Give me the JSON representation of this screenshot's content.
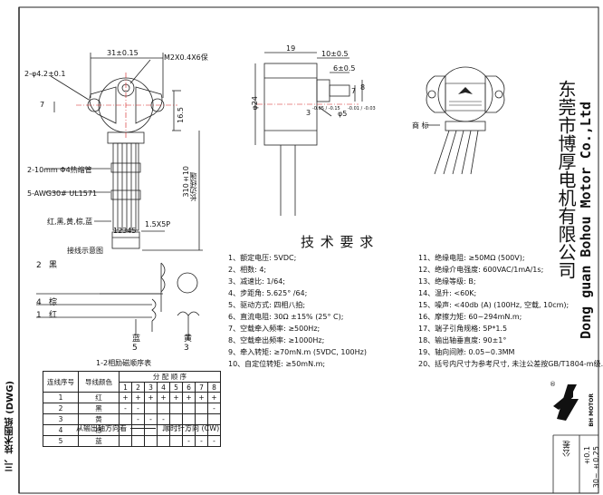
{
  "dims": {
    "width_31": "31±0.15",
    "screw": "M2X0.4X6保",
    "hole": "2-φ4.2±0.1",
    "d7": "7",
    "d16_5": "16.5",
    "d310": "310±10",
    "dim_1_5x5p": "1.5X5P",
    "d19": "19",
    "d10": "10±0.5",
    "d6": "6±0.5",
    "d24": "φ24",
    "d7r": "7",
    "d8r": "8",
    "d3": "3",
    "d3tol": "-0.05 / -0.15",
    "d5": "φ5",
    "d5tol": "-0.01 / -0.03",
    "trademark": "商 标",
    "tube": "2-10mm Φ4热缩管",
    "wire": "5-AWG30# UL1571",
    "colors_line": "红,黑,黄,棕,蓝",
    "pins": "12345",
    "side_label": "长边线端"
  },
  "wiring": {
    "title": "接线示意图",
    "black": "黑",
    "brown": "棕",
    "red": "红",
    "blue": "蓝",
    "yellow": "黄",
    "n2": "2",
    "n4": "4",
    "n1": "1",
    "n5": "5",
    "n3": "3"
  },
  "seq": {
    "title": "1-2相励磁顺序表",
    "h_lead": "连线序号",
    "h_color": "导线颜色",
    "h_order": "分 配 顺 序",
    "steps": [
      "1",
      "2",
      "3",
      "4",
      "5",
      "6",
      "7",
      "8"
    ],
    "rows": [
      {
        "no": "1",
        "color": "红",
        "marks": [
          "+",
          "+",
          "+",
          "+",
          "+",
          "+",
          "+",
          "+"
        ]
      },
      {
        "no": "2",
        "color": "黑",
        "marks": [
          "-",
          "-",
          "",
          "",
          "",
          "",
          "",
          "-"
        ]
      },
      {
        "no": "3",
        "color": "黄",
        "marks": [
          "",
          "-",
          "-",
          "-",
          "",
          "",
          "",
          ""
        ]
      },
      {
        "no": "4",
        "color": "棕",
        "marks": [
          "",
          "",
          "",
          "-",
          "-",
          "-",
          "",
          ""
        ]
      },
      {
        "no": "5",
        "color": "蓝",
        "marks": [
          "",
          "",
          "",
          "",
          "",
          "-",
          "-",
          "-"
        ]
      }
    ],
    "footer_a": "从输出轴方向看",
    "footer_b": "顺时针方向 (CW)"
  },
  "specs_title": "技 术 要 求",
  "specs_left": [
    "1、额定电压: 5VDC;",
    "2、相数: 4;",
    "3、减速比: 1/64;",
    "4、步距角: 5.625° /64;",
    "5、驱动方式: 四相八拍;",
    "6、直流电阻: 30Ω ±15% (25° C);",
    "7、空载牵入频率: ≥500Hz;",
    "8、空载牵出频率: ≥1000Hz;",
    "9、牵入转矩: ≥70mN.m (5VDC, 100Hz)",
    "10、自定位转矩: ≥50mN.m;"
  ],
  "specs_right": [
    "11、绝缘电阻: ≥50MΩ (500V);",
    "12、绝缘介电强度: 600VAC/1mA/1s;",
    "13、绝缘等级: B;",
    "14、温升: <60K;",
    "15、噪声: <40db (A) (100Hz, 空载, 10cm);",
    "16、摩擦力矩: 60~294mN.m;",
    "17、端子引角规格: 5P*1.5",
    "18、输出轴垂直度: 90±1°",
    "19、轴向间隙: 0.05~0.3MM",
    "20、括号内尺寸为参考尺寸, 未注公差按GB/T1804-m级."
  ],
  "company_cn": "东莞市博厚电机有限公司",
  "company_en": "Dong guan Bohou Motor Co.,Ltd",
  "logo_text": "BH MOTOR",
  "logo_mark": "®",
  "tolerance_label": "公差",
  "tol1": "±0.1",
  "tol2": "30~ ±0.25",
  "left_strip": "三、技术图纸 (DWG)",
  "colors": {
    "ink": "#111111",
    "red_center": "#d11a1a",
    "line": "#222222"
  }
}
